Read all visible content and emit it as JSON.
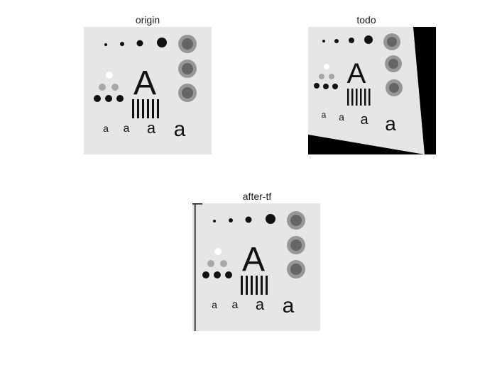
{
  "figure": {
    "panels": [
      {
        "id": "origin",
        "title": "origin"
      },
      {
        "id": "todo",
        "title": "todo"
      },
      {
        "id": "after-tf",
        "title": "after-tf"
      }
    ]
  },
  "test_image": {
    "background_color": "#e6e6e6",
    "border_color": "#000000",
    "big_letter": "A",
    "small_letters": [
      "a",
      "a",
      "a",
      "a"
    ],
    "vertical_bars_count": 6,
    "noise_blobs_count": 3
  }
}
